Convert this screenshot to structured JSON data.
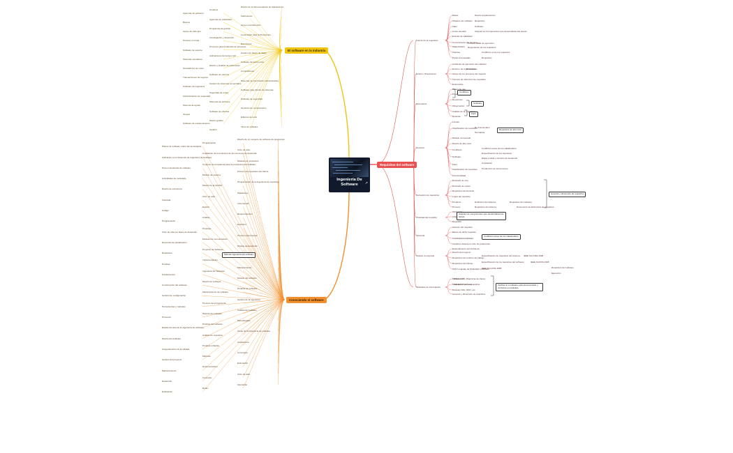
{
  "central": {
    "title": "Ingeniería De Software"
  },
  "colors": {
    "red": "#e8514f",
    "yellow": "#f1c40f",
    "orange": "#f0902e"
  },
  "branches": {
    "red": {
      "label": "Requisitos del software"
    },
    "yellow": {
      "label": "El software en la industria"
    },
    "orange": {
      "label": "Conociendo el software"
    }
  },
  "red_topics": [
    "Fuente de la requisitos",
    "Metas",
    "Objetivo del software",
    "Valor",
    "Costo elevado",
    "Estudio de viabilidad",
    "Conocimiento del dominio",
    "Stakeholders",
    "Clientes",
    "Partes interesadas",
    "Entorno Operacional",
    "Ambiente de ejecución del software",
    "Entorno de organización",
    "Apoyo de los procesos del negocio",
    "Técnica de obtención de requisitos",
    "Entrevistas",
    "Escenarios",
    "Casos de uso",
    "Prototipos",
    "Reuniones",
    "Observación",
    "Análisis de la requisitos",
    "Detectar",
    "Resolver",
    "Límites",
    "Clasificación de requisitos",
    "Modelo conceptual",
    "Diseño de alto nivel",
    "Conflictos",
    "Software",
    "Fácil",
    "Clasificación de requisitos",
    "Funcionalidad",
    "Derivación de requisitos",
    "Derivado de otro",
    "Derivado de varios",
    "Requisitos del dominio",
    "Lugar del requisito",
    "Producto",
    "Proceso",
    "Prioridad del requisito",
    "Obligatorio",
    "Altamente deseable",
    "Deseable",
    "Opcional",
    "Alcance del requisito",
    "Efecto de dicho requisito",
    "Volatilidad/estabilidad",
    "Cambios durante el ciclo de producción",
    "Modelo conceptual",
    "Entendimiento del problema",
    "Diseño del negocio",
    "Requisitos del entorno de trabajo",
    "Requisitos del cliente",
    "UML Lenguaje de Modelado Unificado",
    "Modelado de Información",
    "Modelos UML Diagrama de clases",
    "Modelado Funcional",
    "Modelos SDL,  DFD, etc.",
    "Acuerdo y dimensión de requisitos",
    "Diseño arquitectónico",
    "Requisitos",
    "Software",
    "Asignar los Componentes que desarrollaran las tareas",
    "Proceso IEEE de ejecución",
    "Negociación de los requisitos",
    "Conflictos entre los requisitos",
    "Requisitos",
    "Prioridades",
    "No Funcionales",
    "Normativa",
    "Conflictos pares de los stakeholders",
    "Especificación de los requisitos",
    "Etapa a tabla o dominio de desarrollo",
    "Ampliación",
    "Producción de documentos",
    "Definición del sistema",
    "Requisitos del sistema",
    "Requisitos del software",
    "Documento de Estructura de requisitos",
    "Especificación de requisitos del sistema",
    "Especificación de los requisitos del software",
    "IEEE Std 1233-1998",
    "IEEE Std 1362-1998",
    "IEEE Std 830-1998",
    "Requisitos del software",
    "Ejecución",
    "Diferentes",
    "Validación de los requisitos",
    "Revisión de la calidad",
    "Prototipos",
    "Validación del modelo",
    "IEEE Std 1028",
    "IEEE Std 1012",
    "Verifica si el software está documentado y conforme a requisitos"
  ],
  "yellow_topics": [
    "Diseño de la documentación de aplicaciones",
    "Usuarios",
    "Agencias de gobierno",
    "Fabricantes",
    "Agencias de publicidad",
    "Bancos",
    "Apoyo a la Dirección",
    "Programas de gestión",
    "Apoyo de todo tipo",
    "Controlador para la Producción",
    "Investigación y desarrollo",
    "Proceso en línea",
    "Electrónica",
    "Procesos para instancias de procesos",
    "Software de soporte",
    "Gestión de bases de datos",
    "Aplicaciones de tiempo real",
    "Sistemas operativos",
    "Software de tiempo real",
    "Diseño y análisis de estructuras",
    "Simuladores de vuelo",
    "Compiladores",
    "Software de sistema",
    "Transacciones de negocio",
    "Sistemas de información administrativa",
    "Gestión de sistemas comerciales",
    "Software de Ingeniería",
    "Software para diseño de sistemas",
    "Seguridad de redes",
    "Administración de seguridad",
    "Software de seguridad",
    "Sistemas de archivos",
    "Sistema de ayuda",
    "Servicios de comunicación",
    "Software de utilerías",
    "Juegos",
    "Editores de texto",
    "Diseño gráfico",
    "Software de entretenimiento",
    "Tipos de software",
    "Gestión"
  ],
  "orange_topics": [
    "Diseño de un conjunto de software de programas",
    "Programación",
    "Planes de software sobre las tecnologías",
    "Ciclo de vida",
    "Ampliación de la evolución de los procesos de desarrollo",
    "Aplicación a los Sistemas de Ingeniería de Software",
    "Modelos de productos",
    "Conjunto de programas para la producción del software",
    "Para el desarrollo de software",
    "Primero los requisitos del cliente",
    "Modelo de sistema",
    "Actividades de modelado",
    "Programación de la Ingeniería de requisitos",
    "Diseño de la interfaz",
    "Diseño de estructura",
    "Plataforma",
    "Ciclo de vida",
    "Cascada",
    "Incremental",
    "Espiral",
    "Código",
    "Requerimientos",
    "Análisis",
    "Programación",
    "Evolutivo",
    "Prototipo",
    "Ciclo de vida por fases de desarrollo",
    "Proceso Incremental",
    "Modelos de comunicación",
    "Recorrido de planificación",
    "Modelo de desarrollo",
    "Proyecto de Software",
    "Requisitos",
    "Diseño",
    "Implementación",
    "Pruebas",
    "Mantenimiento",
    "Ingeniería del Software",
    "Fundamentos",
    "Modelo del software",
    "Diseño de software",
    "Construcción del software",
    "Pruebas de software",
    "Mantenimiento de software",
    "Gestión de configuración",
    "Gestión de la ingeniería",
    "Proceso de la ingeniería",
    "Herramientas y métodos",
    "Calidad del software",
    "Historia del software",
    "Procesos",
    "Metodologías",
    "Práctica del software",
    "Estado del arte de la ingeniería de software",
    "Áreas de la Ingeniería de software",
    "Análisis de requisitos",
    "Diseño del software",
    "Arquitectura",
    "Pruebas unitarias",
    "Aseguramiento de la calidad",
    "Conceptos",
    "Métricas",
    "Gestión del proyecto",
    "Estimación",
    "Documentación",
    "Mantenimiento",
    "Ciclo de vida",
    "Concepto",
    "Desarrollo",
    "Operación",
    "Retiro",
    "Evaluación"
  ],
  "notes": {
    "conflictos": "Conflictos",
    "software": "Software",
    "facil": "Fácil",
    "requisitos_alto": "Requisitos de alto nivel",
    "acuerdo": "Acuerdo y dimensión de requisitos",
    "asignar": "Asignar los componentes que desarrollaran las tareas",
    "conflictos_pares": "Conflictos pares de los stakeholders",
    "verifica": "Verifica si el software está documentado y conforme a requisitos",
    "metodo_ingenieria": "Método ingeniería del software"
  }
}
